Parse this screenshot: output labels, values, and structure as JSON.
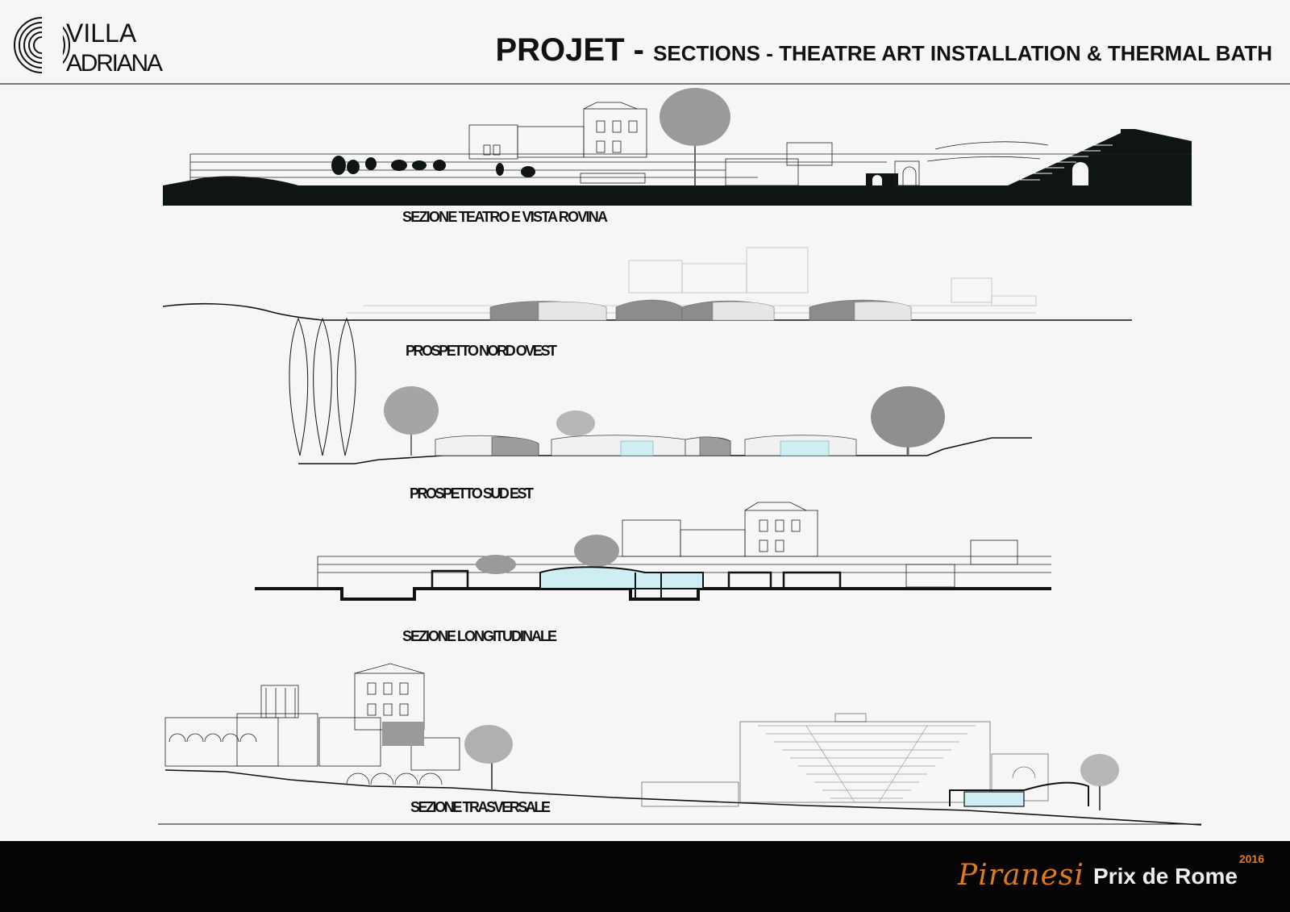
{
  "header": {
    "logo_text_1": "VILLA",
    "logo_text_2": "ADRIANA",
    "title_main": "PROJET",
    "title_dash": " - ",
    "title_sub": "SECTIONS - THEATRE ART INSTALLATION & THERMAL BATH"
  },
  "sections": [
    {
      "label": "SEZIONE  TEATRO E VISTA ROVINA"
    },
    {
      "label": "PROSPETTO NORD OVEST"
    },
    {
      "label": "PROSPETTO SUD EST"
    },
    {
      "label": "SEZIONE LONGITUDINALE"
    },
    {
      "label": "SEZIONE TRASVERSALE"
    }
  ],
  "footer": {
    "brand_piranesi": "Piranesi",
    "brand_prix": "Prix de Rome",
    "brand_year": "2016"
  },
  "colors": {
    "ink": "#111111",
    "cut_fill": "#0f1515",
    "shade": "#8c8c8c",
    "glass": "#cfeef3",
    "footer_bg": "#050505",
    "brand_orange": "#e07a1c"
  }
}
